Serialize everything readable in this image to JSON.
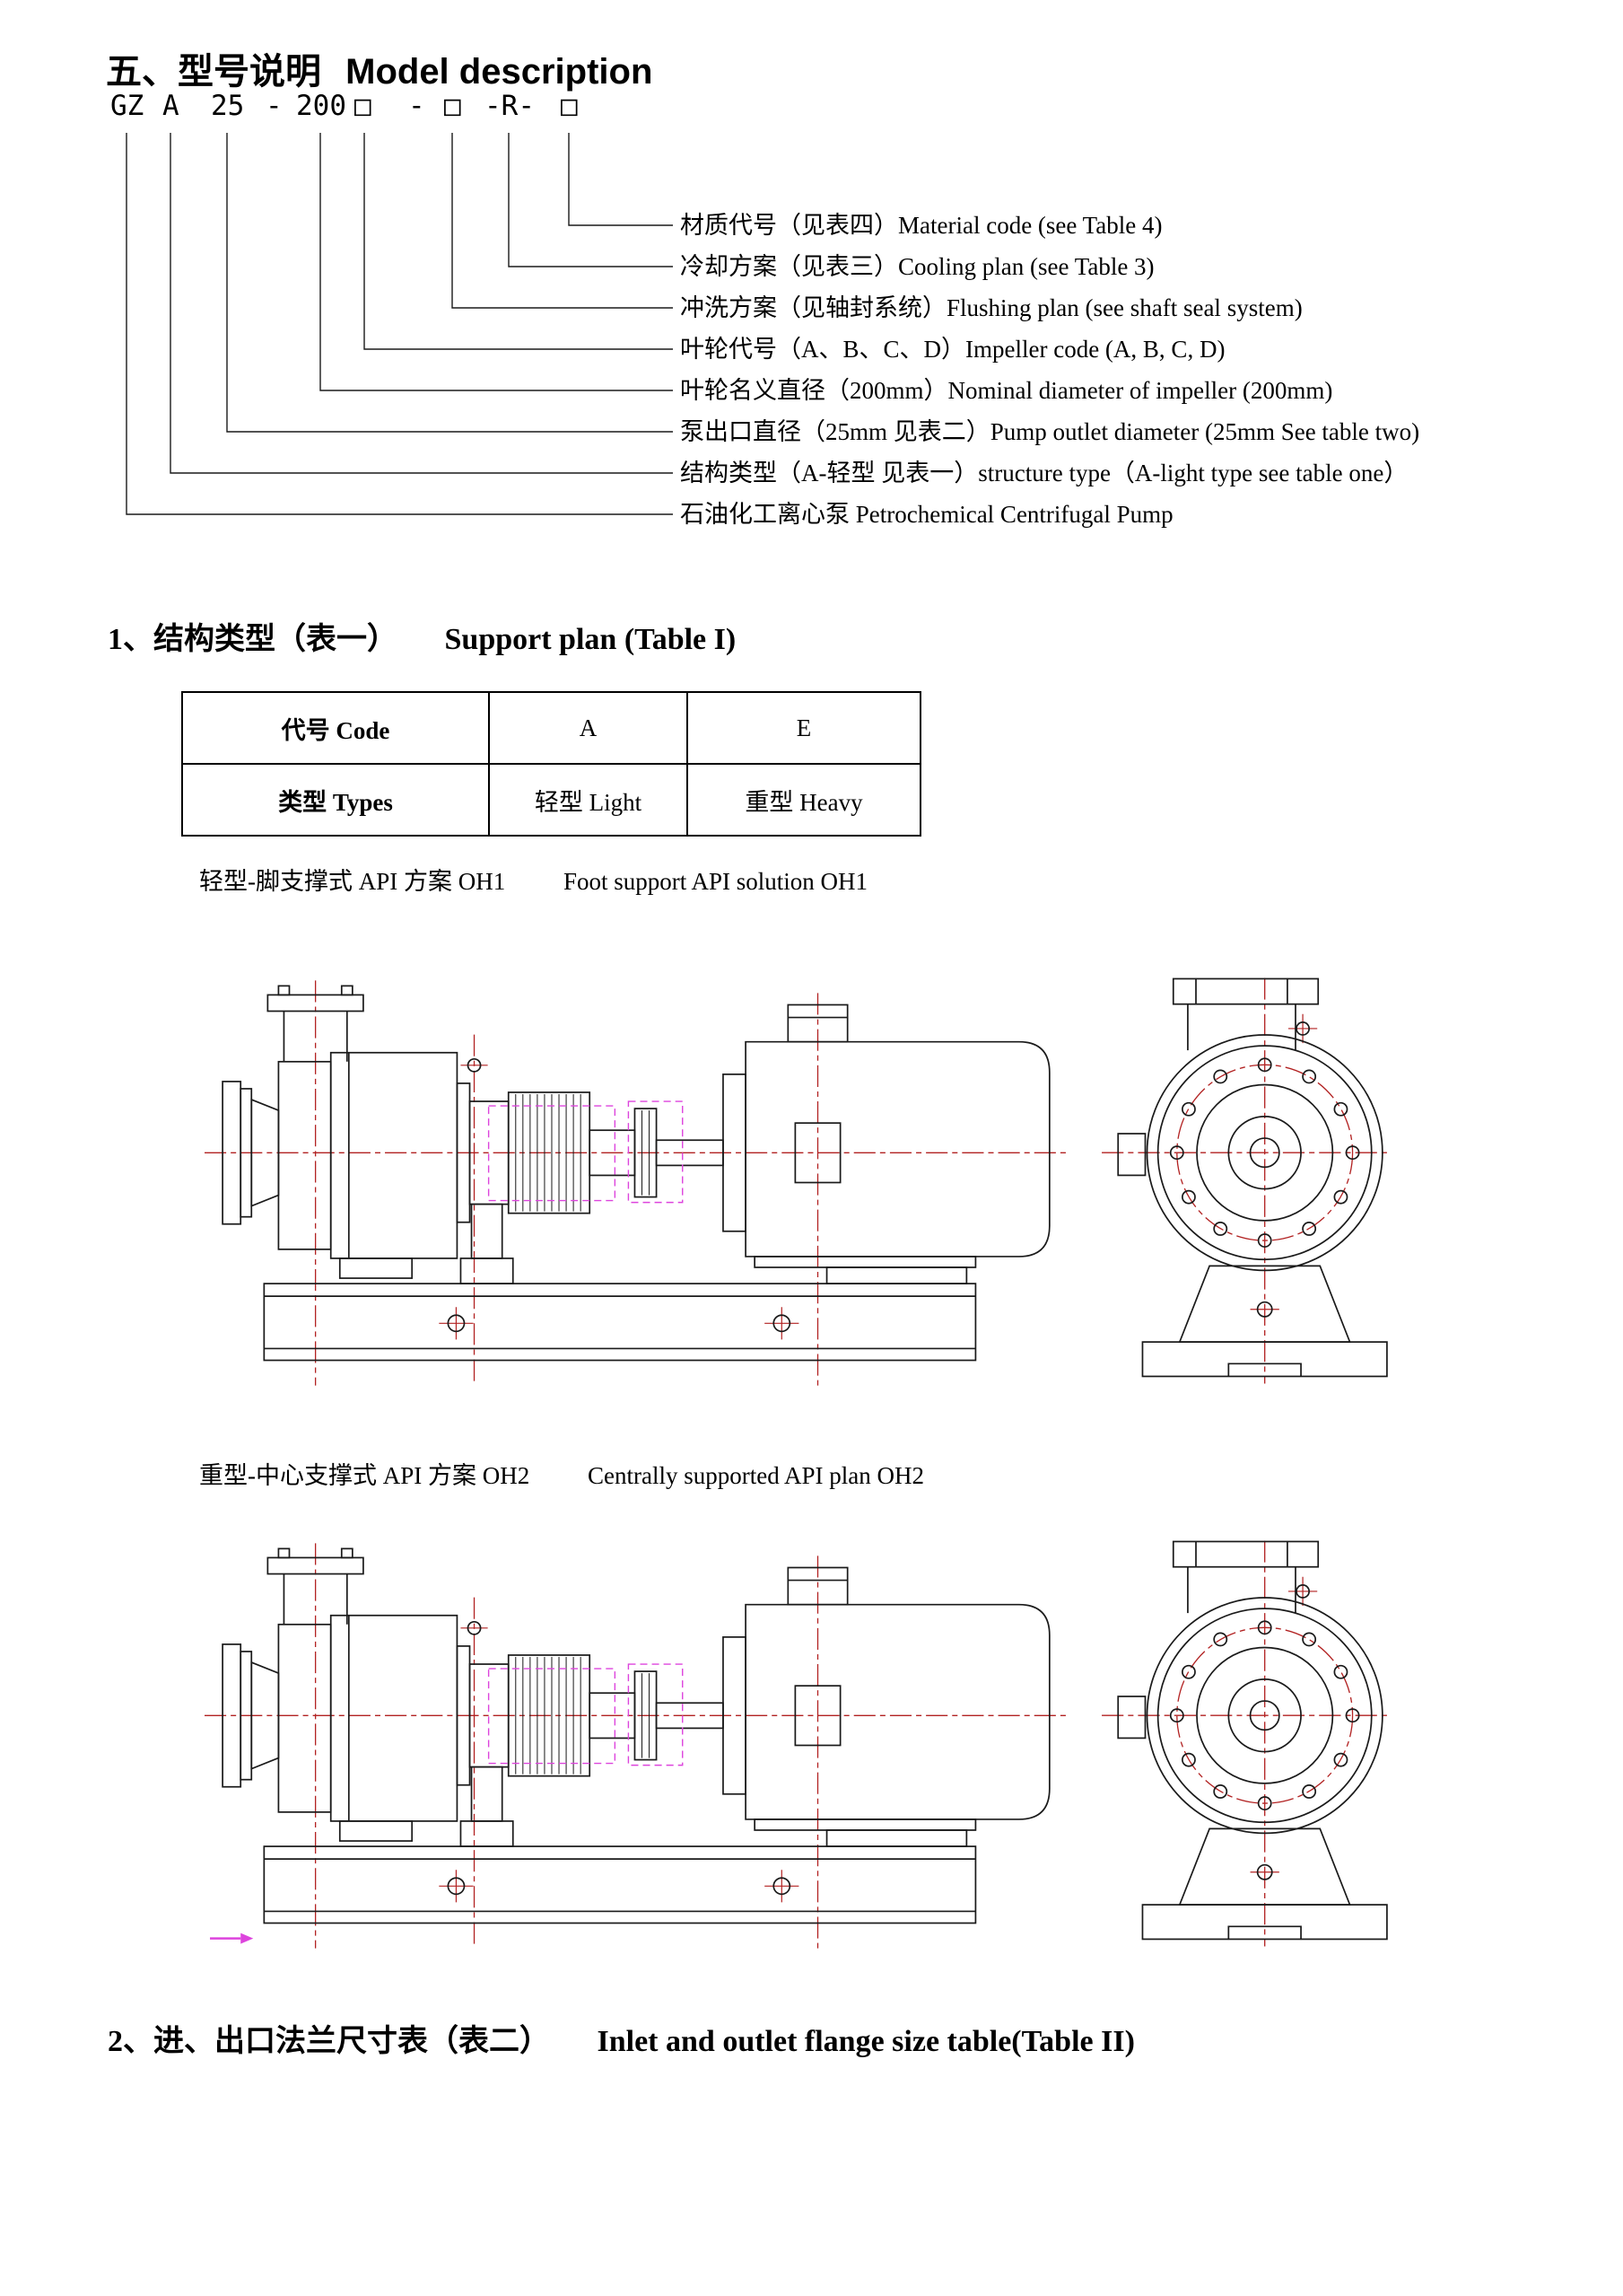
{
  "page": {
    "title_zh": "五、型号说明",
    "title_en": "Model description"
  },
  "model_code": {
    "tokens": [
      "GZ",
      "A",
      "25",
      "-",
      "200",
      "□",
      "-",
      "□",
      "-R-",
      "□"
    ],
    "labels": [
      "材质代号（见表四）Material code (see Table 4)",
      "冷却方案（见表三）Cooling plan (see Table 3)",
      "冲洗方案（见轴封系统）Flushing plan (see shaft seal system)",
      "叶轮代号（A、B、C、D）Impeller code (A, B, C, D)",
      "叶轮名义直径（200mm）Nominal diameter of impeller (200mm)",
      "泵出口直径（25mm 见表二）Pump outlet diameter (25mm See table two)",
      "结构类型（A-轻型 见表一）structure type（A-light type see table one）",
      "石油化工离心泵  Petrochemical Centrifugal Pump"
    ]
  },
  "section1": {
    "heading_zh": "1、结构类型（表一）",
    "heading_en": "Support plan (Table I)",
    "table": {
      "rows": [
        [
          "代号 Code",
          "A",
          "E"
        ],
        [
          "类型 Types",
          "轻型 Light",
          "重型 Heavy"
        ]
      ]
    },
    "oh1_caption_zh": "轻型-脚支撑式 API 方案 OH1",
    "oh1_caption_en": "Foot support API solution OH1",
    "oh2_caption_zh": "重型-中心支撑式 API 方案 OH2",
    "oh2_caption_en": "Centrally supported API plan OH2"
  },
  "section2": {
    "heading_zh": "2、进、出口法兰尺寸表（表二）",
    "heading_en": "Inlet and outlet flange size table(Table II)"
  },
  "colors": {
    "centerline_red": "#b22222",
    "detail_magenta": "#dd44dd",
    "line_black": "#1a1a1a"
  }
}
